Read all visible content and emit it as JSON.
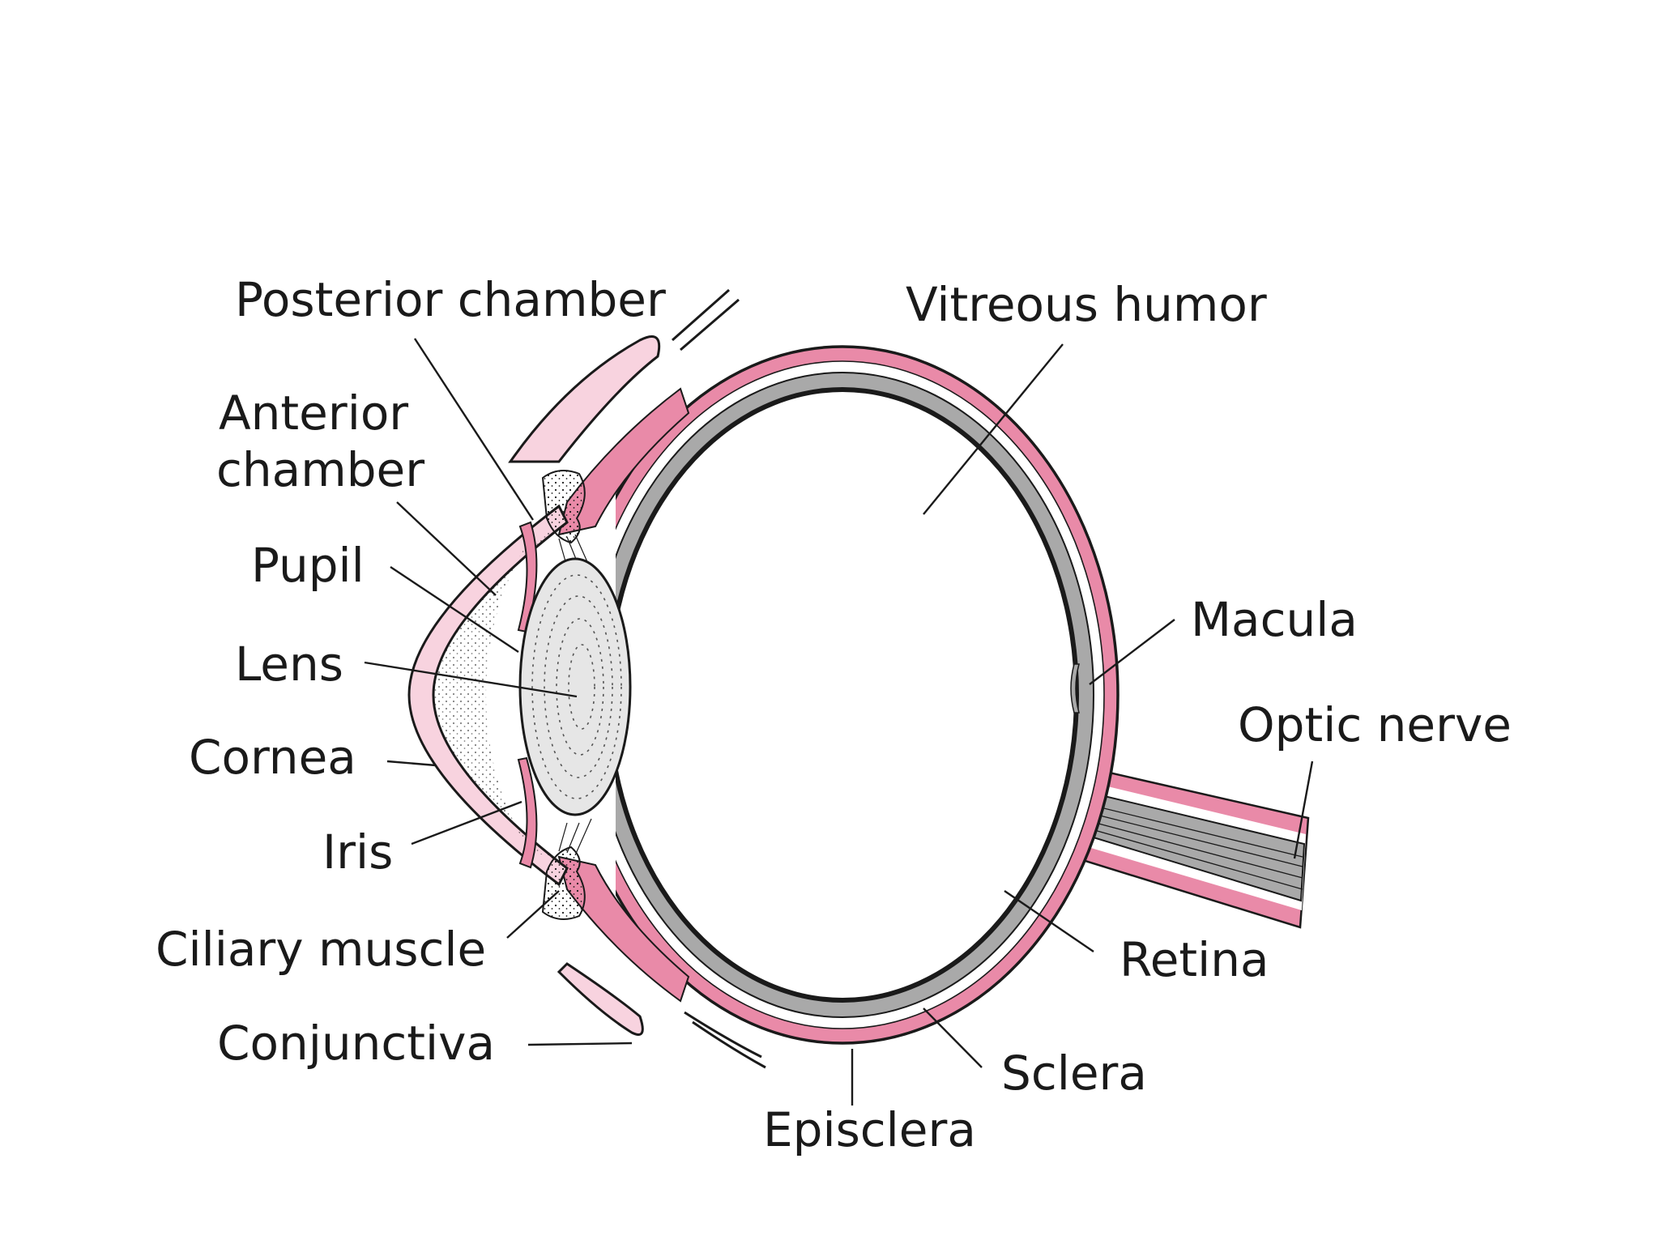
{
  "colors": {
    "background": "#ffffff",
    "ink": "#1a1a1a",
    "sclera_pink": "#e98aa8",
    "light_pink": "#f8d3df",
    "retina_gray": "#a9a9a9",
    "lens_gray": "#e6e6e6"
  },
  "labels": {
    "posterior_chamber": "Posterior chamber",
    "anterior_chamber_1": "Anterior",
    "anterior_chamber_2": "chamber",
    "pupil": "Pupil",
    "lens": "Lens",
    "cornea": "Cornea",
    "iris": "Iris",
    "ciliary_muscle": "Ciliary muscle",
    "conjunctiva": "Conjunctiva",
    "vitreous_humor": "Vitreous humor",
    "macula": "Macula",
    "optic_nerve": "Optic nerve",
    "retina": "Retina",
    "sclera": "Sclera",
    "episclera": "Episclera"
  }
}
